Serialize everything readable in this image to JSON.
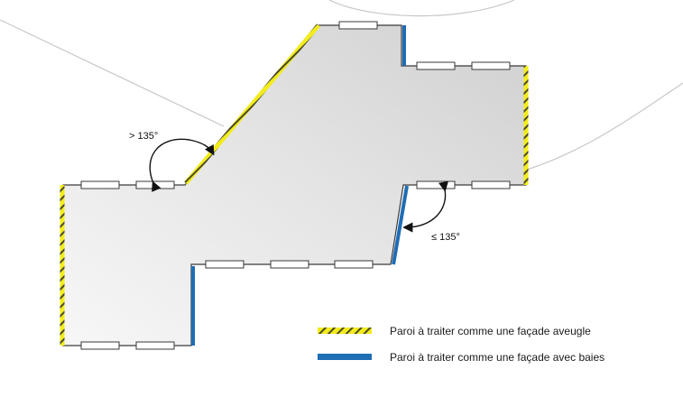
{
  "colors": {
    "blind_facade_yellow": "#f2ec1c",
    "blind_facade_hatch": "#4a4a2a",
    "openings_facade_blue": "#1f6db4",
    "floor_fill_light": "#f4f4f4",
    "floor_fill_dark": "#d2d2d2",
    "outline": "#3a3a3a",
    "background_lines": "#c8c8c8"
  },
  "angles": {
    "upper": "> 135°",
    "lower": "≤ 135°"
  },
  "legend": {
    "blind": {
      "label": "Paroi à traiter comme une façade aveugle",
      "icon": "yellow-hatched-line"
    },
    "openings": {
      "label": "Paroi à traiter comme une façade avec baies",
      "icon": "blue-line"
    }
  }
}
